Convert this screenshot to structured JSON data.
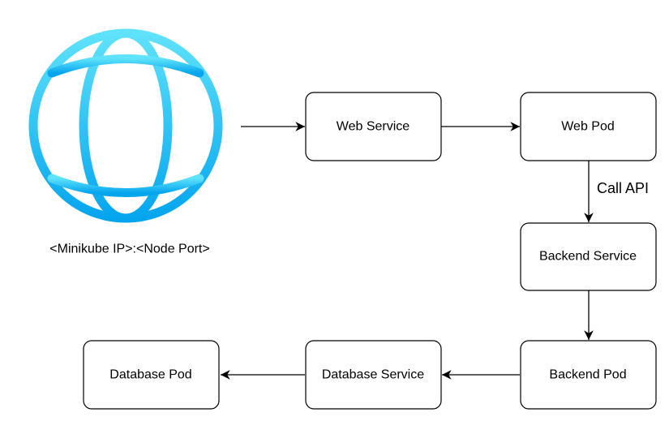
{
  "globe": {
    "icon": "globe-icon",
    "caption": "<Minikube IP>:<Node Port>",
    "colors": {
      "top": "#5fe2fb",
      "bottom": "#05a5ee"
    }
  },
  "nodes": {
    "web_service": "Web Service",
    "web_pod": "Web Pod",
    "backend_service": "Backend Service",
    "backend_pod": "Backend Pod",
    "database_service": "Database Service",
    "database_pod": "Database Pod"
  },
  "edges": {
    "web_pod_to_backend_service_label": "Call API"
  }
}
